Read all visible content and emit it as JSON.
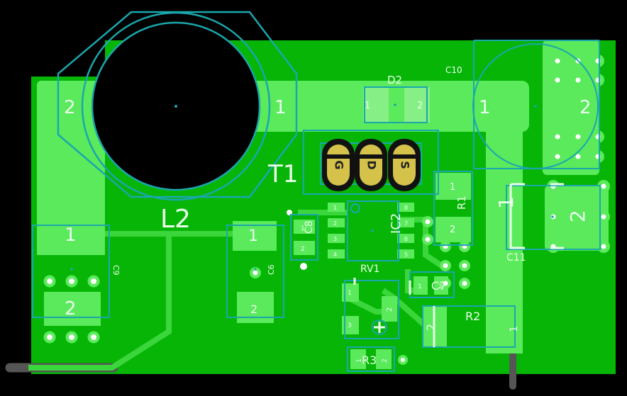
{
  "colors": {
    "background": "#000000",
    "copper": "#07b507",
    "pad": "#5bea5b",
    "pad_light": "#86f086",
    "trace": "#3bd63b",
    "outline": "#1aa7ad",
    "silk": "#e8ffe8",
    "gold": "#d4c24a",
    "wire": "#555555"
  },
  "components": {
    "L2": {
      "ref": "L2",
      "pad1": "1",
      "pad2": "2"
    },
    "T1": {
      "ref": "T1",
      "pins": [
        "G",
        "D",
        "S"
      ]
    },
    "D2": {
      "ref": "D2",
      "pad1": "1",
      "pad2": "2"
    },
    "C10": {
      "ref": "C10",
      "pad1": "1",
      "pad2": "2"
    },
    "C9": {
      "ref": "C9",
      "pad1": "1",
      "pad2": "2"
    },
    "C6": {
      "ref": "C6",
      "pad1": "1",
      "pad2": "2"
    },
    "C8": {
      "ref": "C8",
      "pad1": "1",
      "pad2": "2"
    },
    "IC2": {
      "ref": "IC2",
      "pins": [
        "1",
        "2",
        "3",
        "4",
        "5",
        "6",
        "7",
        "8"
      ]
    },
    "R1": {
      "ref": "R1",
      "pad1": "1",
      "pad2": "2"
    },
    "C11": {
      "ref": "C11",
      "pad1": "1",
      "pad2": "2"
    },
    "RV1": {
      "ref": "RV1",
      "pins": [
        "1",
        "2",
        "3"
      ]
    },
    "C7": {
      "ref": "C7",
      "pad1": "1",
      "pad2": "2"
    },
    "R2": {
      "ref": "R2",
      "pad1": "1",
      "pad2": "2"
    },
    "R3": {
      "ref": "R3",
      "pad1": "1",
      "pad2": "2"
    }
  }
}
